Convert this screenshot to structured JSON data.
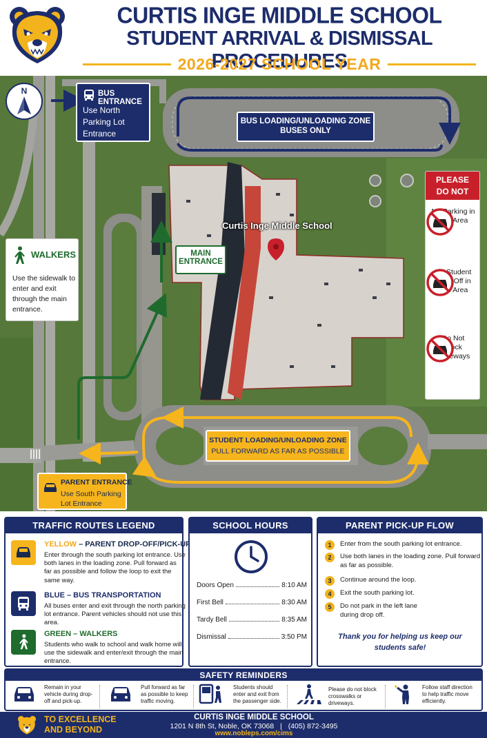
{
  "header": {
    "title_line1": "CURTIS INGE MIDDLE SCHOOL",
    "title_line2": "STUDENT ARRIVAL & DISMISSAL PROCEDURES",
    "year": "2026-2027 SCHOOL YEAR"
  },
  "map": {
    "north_label": "N",
    "bus_entrance": {
      "title": "BUS ENTRANCE",
      "text": "Use North Parking Lot Entrance"
    },
    "bus_zone": {
      "line1": "BUS LOADING/UNLOADING ZONE",
      "line2": "BUSES ONLY"
    },
    "walkers": {
      "title": "WALKERS",
      "text": "Use the sidewalk to enter and exit through the main entrance."
    },
    "main_entrance": {
      "line1": "MAIN",
      "line2": "ENTRANCE"
    },
    "school_label": "Curtis Inge Middle School",
    "please_do_not": {
      "title_line1": "PLEASE",
      "title_line2": "DO NOT",
      "items": [
        "No Parking in Bus Area",
        "No Student Drop-Off in Bus Area",
        "Do Not Block Driveways"
      ]
    },
    "student_zone": {
      "line1": "STUDENT LOADING/UNLOADING ZONE",
      "line2": "PULL FORWARD AS FAR AS POSSIBLE"
    },
    "parent_entrance": {
      "title": "PARENT ENTRANCE",
      "text": "Use South Parking Lot Entrance"
    }
  },
  "legend": {
    "title": "TRAFFIC ROUTES LEGEND",
    "yellow": {
      "color_word": "YELLOW",
      "title": " – PARENT DROP-OFF/PICK-UP",
      "text": "Enter through the south parking lot entrance. Use both lanes in the loading zone. Pull forward as far as possible and follow the loop to exit the same way."
    },
    "blue": {
      "title": "BLUE – BUS TRANSPORTATION",
      "text": "All buses enter and exit through the north parking lot entrance. Parent vehicles should not use this area."
    },
    "green": {
      "title": "GREEN – WALKERS",
      "text": "Students who walk to school and walk home will use the sidewalk and enter/exit through the main entrance."
    }
  },
  "hours": {
    "title": "SCHOOL HOURS",
    "rows": [
      {
        "label": "Doors Open",
        "time": "8:10 AM"
      },
      {
        "label": "First Bell",
        "time": "8:30 AM"
      },
      {
        "label": "Tardy Bell",
        "time": "8:35 AM"
      },
      {
        "label": "Dismissal",
        "time": "3:50 PM"
      }
    ]
  },
  "flow": {
    "title": "PARENT PICK-UP FLOW",
    "steps": [
      "Enter from the south parking lot entrance.",
      "Use both lanes in the loading zone. Pull forward as far as possible.",
      "Continue around the loop.",
      "Exit the south parking lot.",
      "Do not park in the left lane during drop off."
    ],
    "thanks": "Thank you for helping us keep our students safe!"
  },
  "safety": {
    "title": "SAFETY REMINDERS",
    "items": [
      "Remain in your vehicle during drop-off and pick-up.",
      "Pull forward as far as possible to keep traffic moving.",
      "Students should enter and exit from the passenger side.",
      "Please do not block crosswalks or driveways.",
      "Follow staff direction to help traffic move efficiently."
    ]
  },
  "footer": {
    "motto_line1": "TO EXCELLENCE",
    "motto_line2": "AND BEYOND",
    "school": "CURTIS INGE MIDDLE SCHOOL",
    "address": "1201 N 8th St, Noble, OK 73068",
    "sep": "|",
    "phone": "(405) 872-3495",
    "website": "www.nobleps.com/cims"
  },
  "colors": {
    "navy": "#1d2d6b",
    "gold": "#f2b31c",
    "green": "#1e6b2d",
    "red": "#c8202b"
  }
}
